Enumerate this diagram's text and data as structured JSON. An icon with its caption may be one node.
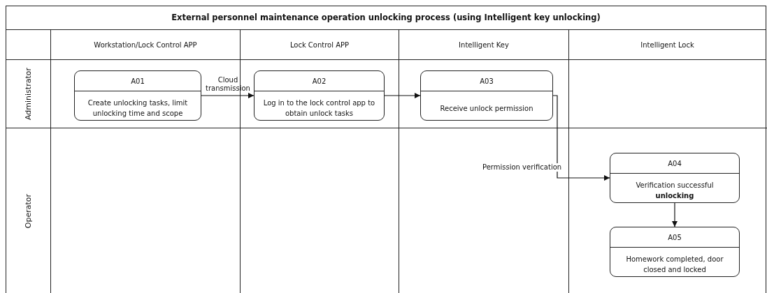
{
  "diagram": {
    "title": "External personnel maintenance operation unlocking process (using Intelligent key unlocking)",
    "nodes": [
      {
        "text": [
          "Workstation/Lock Control APP"
        ]
      },
      {
        "text": [
          "Lock Control APP"
        ]
      },
      {
        "text": [
          "Intelligent Key"
        ]
      },
      {
        "text": [
          "Intelligent Lock"
        ]
      },
      {
        "text": [
          "Administrator"
        ]
      },
      {
        "text": [
          "Operator"
        ]
      },
      {
        "text": [
          "A01",
          "Create unlocking tasks, limit unlocking time and scope"
        ]
      },
      {
        "text": [
          "A02",
          "Log in to the lock control app to obtain unlock tasks"
        ]
      },
      {
        "text": [
          "A03",
          "Receive unlock permission"
        ]
      },
      {
        "text": [
          "A04",
          "Verification successful **unlocking**"
        ]
      },
      {
        "text": [
          "A05",
          "Homework completed, door closed and locked"
        ]
      }
    ],
    "edges": [
      {
        "from": 6,
        "to": 7,
        "arrow": "to",
        "label": "Cloud transmission"
      },
      {
        "from": 7,
        "to": 8,
        "arrow": "to"
      },
      {
        "from": 8,
        "to": 9,
        "arrow": "to",
        "label": "Permission verification"
      },
      {
        "from": 9,
        "to": 10,
        "arrow": "to"
      }
    ]
  }
}
